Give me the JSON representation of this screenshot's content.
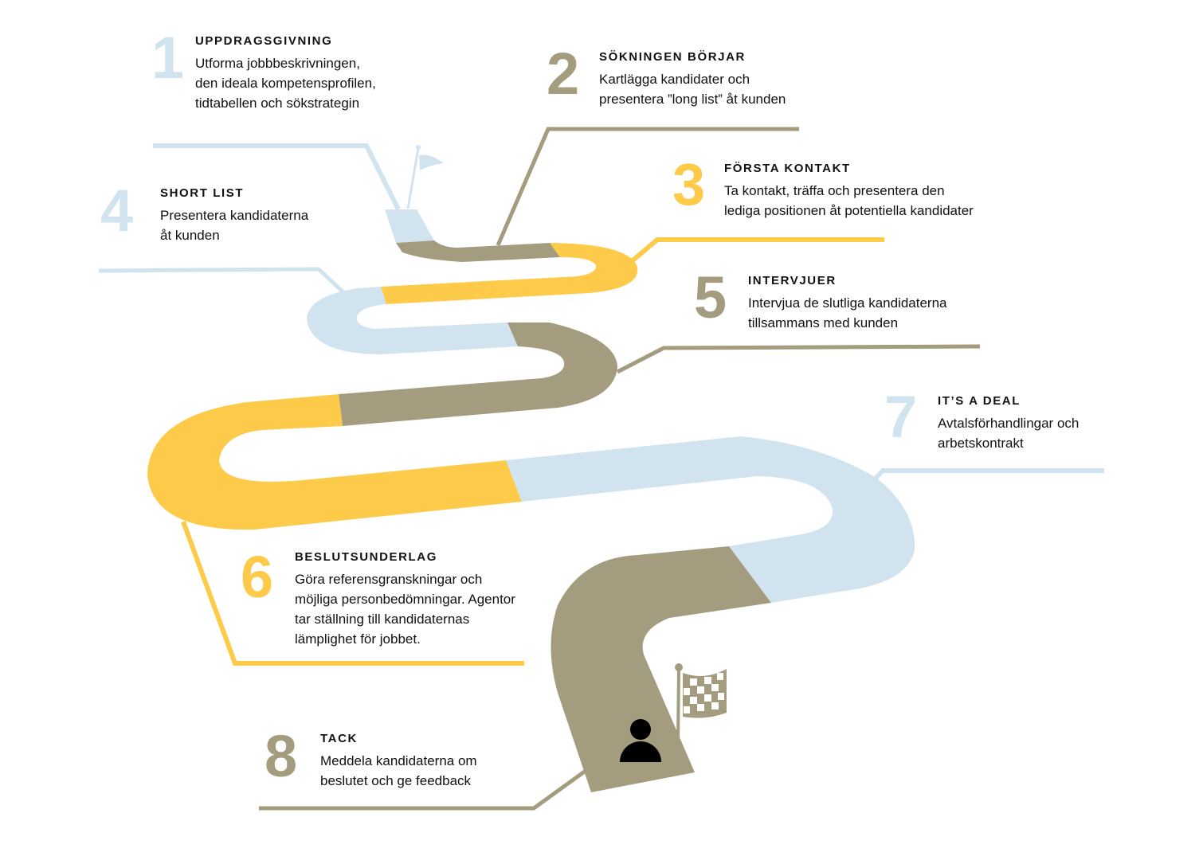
{
  "colors": {
    "blue": "#d2e3f0",
    "olive": "#a39c7e",
    "yellow": "#fdca4a"
  },
  "steps": [
    {
      "number": "1",
      "title": "UPPDRAGSGIVNING",
      "text": "Utforma jobbbeskrivningen,\nden ideala kompetensprofilen,\ntidtabellen och sökstrategin"
    },
    {
      "number": "2",
      "title": "SÖKNINGEN BÖRJAR",
      "text": "Kartlägga kandidater och\npresentera ”long list” åt kunden"
    },
    {
      "number": "3",
      "title": "FÖRSTA KONTAKT",
      "text": "Ta kontakt, träffa och presentera den\nlediga positionen åt potentiella kandidater"
    },
    {
      "number": "4",
      "title": "SHORT LIST",
      "text": "Presentera kandidaterna\nåt kunden"
    },
    {
      "number": "5",
      "title": "INTERVJUER",
      "text": "Intervjua de slutliga kandidaterna\ntillsammans med kunden"
    },
    {
      "number": "6",
      "title": "BESLUTSUNDERLAG",
      "text": "Göra referensgranskningar och\nmöjliga personbedömningar. Agentor\ntar ställning till kandidaternas\nlämplighet för jobbet."
    },
    {
      "number": "7",
      "title": "IT’S A DEAL",
      "text": "Avtalsförhandlingar och\narbetskontrakt"
    },
    {
      "number": "8",
      "title": "TACK",
      "text": "Meddela kandidaterna om\nbeslutet och ge feedback"
    }
  ]
}
